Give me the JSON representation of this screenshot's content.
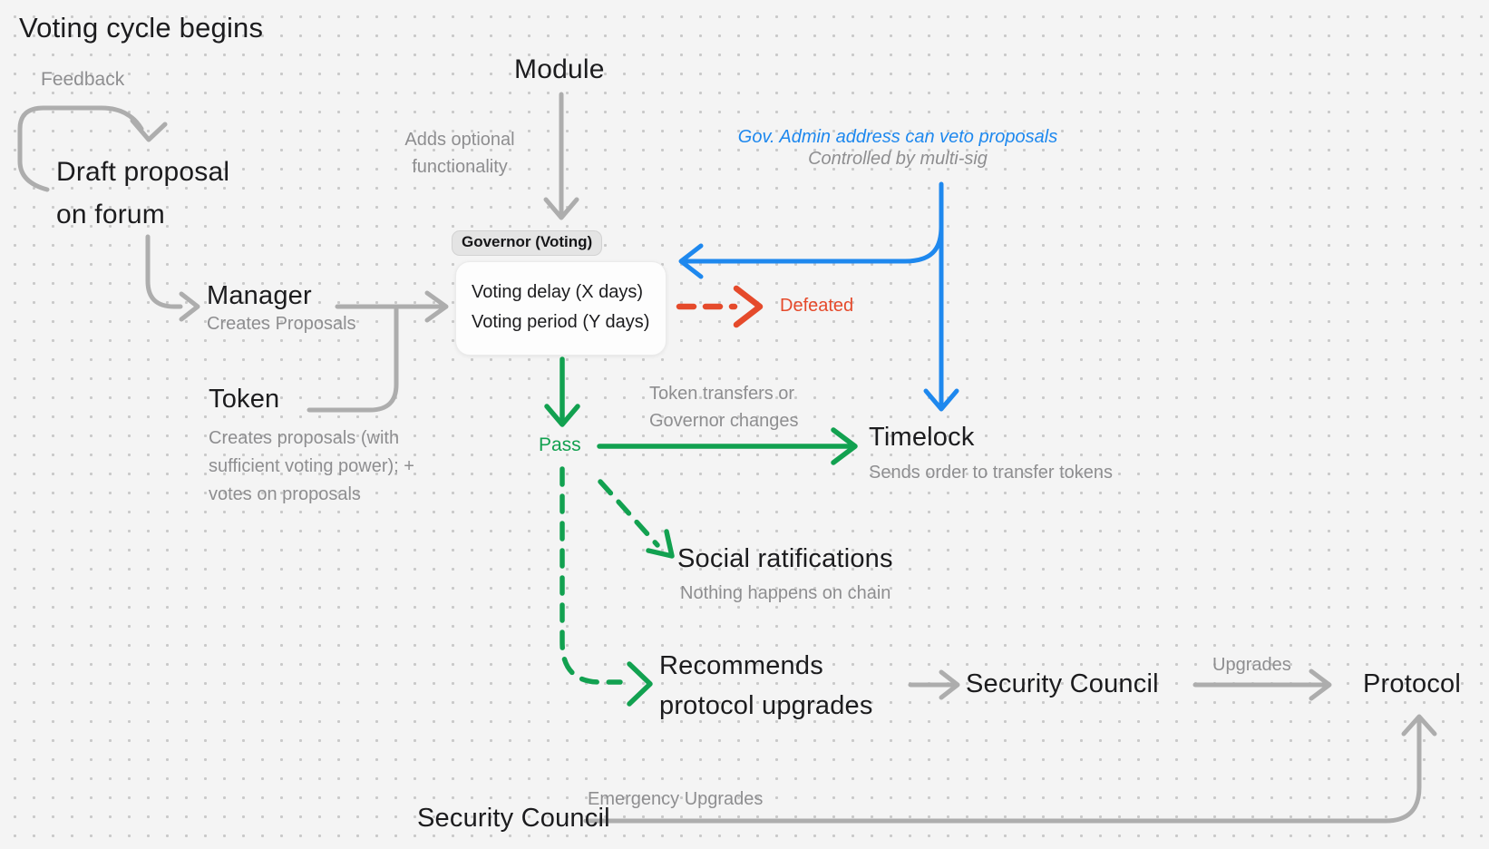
{
  "colors": {
    "bg": "#f4f4f4",
    "dot": "#c9c9c9",
    "dark": "#1c1c1e",
    "graytext": "#8e8e90",
    "grayline": "#adadad",
    "green": "#12a150",
    "blue": "#1e88ee",
    "red": "#e54a2b"
  },
  "title": "Voting cycle begins",
  "annotations": {
    "feedback": "Feedback",
    "adds_optional": "Adds optional functionality",
    "gov_admin": "Gov. Admin address can veto proposals",
    "multisig": "Controlled by multi-sig",
    "token_transfers": "Token transfers or Governor changes",
    "upgrades": "Upgrades",
    "emergency_upgrades": "Emergency Upgrades"
  },
  "nodes": {
    "draft": {
      "label": "Draft proposal on forum"
    },
    "module": {
      "label": "Module"
    },
    "governor": {
      "badge": "Governor (Voting)",
      "line1": "Voting delay (X days)",
      "line2": "Voting period (Y days)"
    },
    "manager": {
      "label": "Manager",
      "sublabel": "Creates Proposals"
    },
    "token": {
      "label": "Token",
      "sublabel": "Creates proposals (with sufficient voting power); + votes on proposals"
    },
    "defeated": {
      "label": "Defeated"
    },
    "pass": {
      "label": "Pass"
    },
    "timelock": {
      "label": "Timelock",
      "sublabel": "Sends order to transfer tokens"
    },
    "social": {
      "label": "Social ratifications",
      "sublabel": "Nothing happens on chain"
    },
    "recommends": {
      "label": "Recommends protocol upgrades"
    },
    "security_council": {
      "label": "Security Council"
    },
    "protocol": {
      "label": "Protocol"
    },
    "security_council_bottom": {
      "label": "Security Council"
    }
  }
}
